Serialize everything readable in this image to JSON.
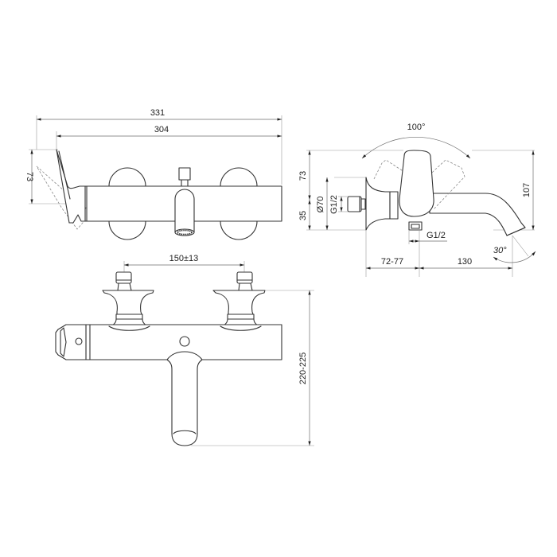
{
  "drawing": {
    "title": "Wall-mounted bath mixer dimension drawing",
    "units": "mm",
    "line_color": "#333333",
    "dimension_color": "#6e6e6e",
    "background": "#ffffff"
  },
  "front_view": {
    "dimensions": {
      "overall_width": "331",
      "body_width": "304",
      "lever_height": "73"
    }
  },
  "side_view": {
    "dimensions": {
      "lever_rotation": "100°",
      "upper_height": "73",
      "lower_height": "35",
      "flange_diameter": "Ø70",
      "inlet_thread": "G1/2",
      "outlet_thread": "G1/2",
      "wall_offset": "72-77",
      "spout_projection": "130",
      "total_height": "107",
      "spout_angle": "30°"
    }
  },
  "top_view": {
    "dimensions": {
      "inlet_spacing": "150±13",
      "depth": "220-225"
    }
  }
}
